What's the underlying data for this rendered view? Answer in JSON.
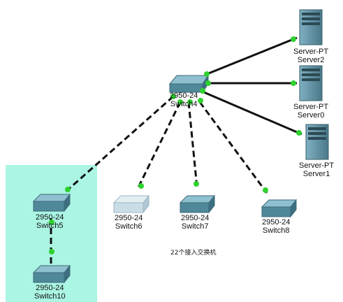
{
  "colors": {
    "zone": "#aaf5e3",
    "link": "#111111",
    "port": "#2fd12f",
    "switch": "#5b96a8",
    "switch_idle": "#c9dde6",
    "server": "#5e8ea0"
  },
  "zone_label": "",
  "note": "22个接入交换机",
  "devices": {
    "switch4": {
      "model": "2950-24",
      "name": "Switch4",
      "icon": "switch-icon"
    },
    "switch5": {
      "model": "2950-24",
      "name": "Switch5",
      "icon": "switch-icon"
    },
    "switch6": {
      "model": "2950-24",
      "name": "Switch6",
      "icon": "switch-icon"
    },
    "switch7": {
      "model": "2950-24",
      "name": "Switch7",
      "icon": "switch-icon"
    },
    "switch8": {
      "model": "2950-24",
      "name": "Switch8",
      "icon": "switch-icon"
    },
    "switch10": {
      "model": "2950-24",
      "name": "Switch10",
      "icon": "switch-icon"
    },
    "server2": {
      "model": "Server-PT",
      "name": "Server2",
      "icon": "server-icon"
    },
    "server0": {
      "model": "Server-PT",
      "name": "Server0",
      "icon": "server-icon"
    },
    "server1": {
      "model": "Server-PT",
      "name": "Server1",
      "icon": "server-icon"
    }
  }
}
